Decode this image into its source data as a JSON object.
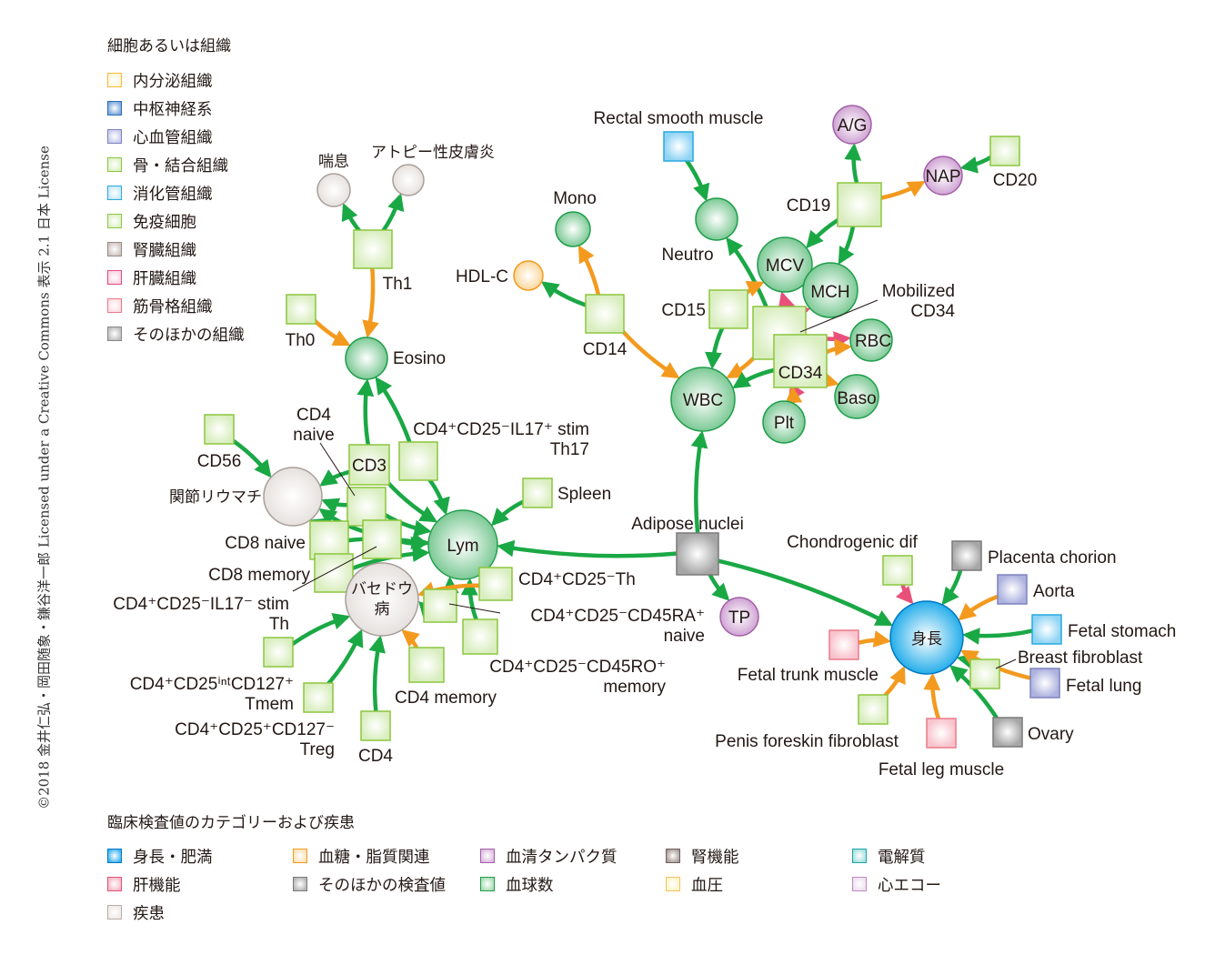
{
  "copyright": "©2018 金井仁弘・岡田随象・鎌谷洋一郎 Licensed under a Creative Commons 表示 2.1 日本 License",
  "tissue_legend": {
    "title": "細胞あるいは組織",
    "items": [
      {
        "label": "内分泌組織",
        "color": "#f5b83a",
        "fill": "#fff6d8"
      },
      {
        "label": "中枢神経系",
        "color": "#2a6eb5",
        "fill": "#7aa8dc"
      },
      {
        "label": "心血管組織",
        "color": "#7c83bf",
        "fill": "#c6c9ea"
      },
      {
        "label": "骨・結合組織",
        "color": "#8cc63f",
        "fill": "#def0c8"
      },
      {
        "label": "消化管組織",
        "color": "#29a9e0",
        "fill": "#c6e9fa"
      },
      {
        "label": "免疫細胞",
        "color": "#8cc63f",
        "fill": "#def0c8"
      },
      {
        "label": "腎臓組織",
        "color": "#9a8a84",
        "fill": "#cfc5c1"
      },
      {
        "label": "肝臓組織",
        "color": "#e24a85",
        "fill": "#f9d3e1"
      },
      {
        "label": "筋骨格組織",
        "color": "#ea7b8a",
        "fill": "#fbdde2"
      },
      {
        "label": "そのほかの組織",
        "color": "#888888",
        "fill": "#bdbdbd"
      }
    ]
  },
  "category_legend": {
    "title": "臨床検査値のカテゴリーおよび疾患",
    "items": [
      {
        "label": "身長・肥満",
        "color": "#0078c2",
        "fill": "#3fb3ee"
      },
      {
        "label": "肝機能",
        "color": "#e2527a",
        "fill": "#f7b9c7"
      },
      {
        "label": "疾患",
        "color": "#b9aea9",
        "fill": "#eeeae8"
      },
      {
        "label": "血糖・脂質関連",
        "color": "#f39a1e",
        "fill": "#fde2b5"
      },
      {
        "label": "そのほかの検査値",
        "color": "#7a7a7a",
        "fill": "#b5b5b5"
      },
      {
        "label": "血清タンパク質",
        "color": "#a35fa8",
        "fill": "#dcbadf"
      },
      {
        "label": "血球数",
        "color": "#1e9e4a",
        "fill": "#a9dcb6"
      },
      {
        "label": "腎機能",
        "color": "#6d5f5a",
        "fill": "#aa9e99"
      },
      {
        "label": "血圧",
        "color": "#f5c35a",
        "fill": "#fff3cc"
      },
      {
        "label": "電解質",
        "color": "#1aa6a6",
        "fill": "#a8e0dd"
      },
      {
        "label": "心エコー",
        "color": "#c089c4",
        "fill": "#ece0ef"
      }
    ]
  },
  "edge_colors": {
    "green": "#1aa845",
    "orange": "#f39a1e",
    "pink": "#e8507a"
  },
  "nodes": [
    {
      "id": "asthma",
      "label": "喘息",
      "shape": "circle",
      "cat": "disease",
      "label_pos": "top"
    },
    {
      "id": "atopic",
      "label": "アトピー性皮膚炎",
      "shape": "circle",
      "cat": "disease",
      "label_pos": "top"
    },
    {
      "id": "th1",
      "label": "Th1",
      "shape": "square",
      "cat": "immune"
    },
    {
      "id": "th0",
      "label": "Th0",
      "shape": "square",
      "cat": "immune"
    },
    {
      "id": "eosino",
      "label": "Eosino",
      "shape": "circle",
      "cat": "blood"
    },
    {
      "id": "cd56",
      "label": "CD56",
      "shape": "square",
      "cat": "immune"
    },
    {
      "id": "ra",
      "label": "関節リウマチ",
      "shape": "circle",
      "cat": "disease"
    },
    {
      "id": "cd3",
      "label": "CD3",
      "shape": "square",
      "cat": "immune"
    },
    {
      "id": "th17",
      "label": "CD4⁺CD25⁻IL17⁺ stim Th17",
      "shape": "square",
      "cat": "immune"
    },
    {
      "id": "cd4naive",
      "label": "CD4 naive",
      "shape": "square",
      "cat": "immune"
    },
    {
      "id": "cd8naive",
      "label": "CD8 naive",
      "shape": "square",
      "cat": "immune"
    },
    {
      "id": "stimth",
      "label": "CD4⁺CD25⁻IL17⁻ stim Th",
      "shape": "square",
      "cat": "immune"
    },
    {
      "id": "cd8mem",
      "label": "CD8 memory",
      "shape": "square",
      "cat": "immune"
    },
    {
      "id": "graves",
      "label": "バセドウ病",
      "shape": "circle",
      "cat": "disease"
    },
    {
      "id": "lym",
      "label": "Lym",
      "shape": "circle",
      "cat": "blood"
    },
    {
      "id": "spleen",
      "label": "Spleen",
      "shape": "square",
      "cat": "immune"
    },
    {
      "id": "cd4cd25th",
      "label": "CD4⁺CD25⁻Th",
      "shape": "square",
      "cat": "immune"
    },
    {
      "id": "cd45ra",
      "label": "CD4⁺CD25⁻CD45RA⁺ naive",
      "shape": "square",
      "cat": "immune"
    },
    {
      "id": "cd45ro",
      "label": "CD4⁺CD25⁻CD45RO⁺ memory",
      "shape": "square",
      "cat": "immune"
    },
    {
      "id": "cd4mem",
      "label": "CD4 memory",
      "shape": "square",
      "cat": "immune"
    },
    {
      "id": "tmem",
      "label": "CD4⁺CD25ⁱⁿᵗCD127⁺ Tmem",
      "shape": "square",
      "cat": "immune"
    },
    {
      "id": "treg",
      "label": "CD4⁺CD25⁺CD127⁻ Treg",
      "shape": "square",
      "cat": "immune"
    },
    {
      "id": "cd4",
      "label": "CD4",
      "shape": "square",
      "cat": "immune"
    },
    {
      "id": "hdlc",
      "label": "HDL-C",
      "shape": "circle",
      "cat": "lipid"
    },
    {
      "id": "mono",
      "label": "Mono",
      "shape": "circle",
      "cat": "blood"
    },
    {
      "id": "cd14",
      "label": "CD14",
      "shape": "square",
      "cat": "immune"
    },
    {
      "id": "rectal",
      "label": "Rectal smooth muscle",
      "shape": "square",
      "cat": "digestive"
    },
    {
      "id": "neutro",
      "label": "Neutro",
      "shape": "circle",
      "cat": "blood"
    },
    {
      "id": "ag",
      "label": "A/G",
      "shape": "circle",
      "cat": "protein"
    },
    {
      "id": "nap",
      "label": "NAP",
      "shape": "circle",
      "cat": "protein"
    },
    {
      "id": "cd20",
      "label": "CD20",
      "shape": "square",
      "cat": "immune"
    },
    {
      "id": "cd19",
      "label": "CD19",
      "shape": "square",
      "cat": "immune"
    },
    {
      "id": "mcv",
      "label": "MCV",
      "shape": "circle",
      "cat": "blood"
    },
    {
      "id": "mch",
      "label": "MCH",
      "shape": "circle",
      "cat": "blood"
    },
    {
      "id": "cd15",
      "label": "CD15",
      "shape": "square",
      "cat": "immune"
    },
    {
      "id": "mobcd34",
      "label": "Mobilized CD34",
      "shape": "square",
      "cat": "immune"
    },
    {
      "id": "cd34",
      "label": "CD34",
      "shape": "square",
      "cat": "immune"
    },
    {
      "id": "rbc",
      "label": "RBC",
      "shape": "circle",
      "cat": "blood"
    },
    {
      "id": "baso",
      "label": "Baso",
      "shape": "circle",
      "cat": "blood"
    },
    {
      "id": "plt",
      "label": "Plt",
      "shape": "circle",
      "cat": "blood"
    },
    {
      "id": "wbc",
      "label": "WBC",
      "shape": "circle",
      "cat": "blood"
    },
    {
      "id": "adipose",
      "label": "Adipose nuclei",
      "shape": "square",
      "cat": "other"
    },
    {
      "id": "tp",
      "label": "TP",
      "shape": "circle",
      "cat": "protein"
    },
    {
      "id": "height",
      "label": "身長",
      "shape": "circle",
      "cat": "height"
    },
    {
      "id": "chondro",
      "label": "Chondrogenic dif",
      "shape": "square",
      "cat": "immune"
    },
    {
      "id": "placenta",
      "label": "Placenta chorion",
      "shape": "square",
      "cat": "other"
    },
    {
      "id": "aorta",
      "label": "Aorta",
      "shape": "square",
      "cat": "cardio"
    },
    {
      "id": "fstomach",
      "label": "Fetal stomach",
      "shape": "square",
      "cat": "digestive"
    },
    {
      "id": "breast",
      "label": "Breast fibroblast",
      "shape": "square",
      "cat": "immune"
    },
    {
      "id": "flung",
      "label": "Fetal lung",
      "shape": "square",
      "cat": "cardio"
    },
    {
      "id": "ovary",
      "label": "Ovary",
      "shape": "square",
      "cat": "other"
    },
    {
      "id": "fleg",
      "label": "Fetal leg muscle",
      "shape": "square",
      "cat": "muscle"
    },
    {
      "id": "penis",
      "label": "Penis foreskin fibroblast",
      "shape": "square",
      "cat": "immune"
    },
    {
      "id": "ftrunk",
      "label": "Fetal trunk muscle",
      "shape": "square",
      "cat": "muscle"
    }
  ],
  "edges": [
    {
      "from": "th1",
      "to": "asthma",
      "color": "green"
    },
    {
      "from": "th1",
      "to": "atopic",
      "color": "green"
    },
    {
      "from": "th1",
      "to": "eosino",
      "color": "orange"
    },
    {
      "from": "th0",
      "to": "eosino",
      "color": "orange"
    },
    {
      "from": "cd3",
      "to": "eosino",
      "color": "green"
    },
    {
      "from": "th17",
      "to": "eosino",
      "color": "green"
    },
    {
      "from": "cd56",
      "to": "ra",
      "color": "green"
    },
    {
      "from": "cd3",
      "to": "ra",
      "color": "green"
    },
    {
      "from": "cd4naive",
      "to": "ra",
      "color": "green"
    },
    {
      "from": "cd8naive",
      "to": "ra",
      "color": "green"
    },
    {
      "from": "stimth",
      "to": "ra",
      "color": "green"
    },
    {
      "from": "cd3",
      "to": "lym",
      "color": "green"
    },
    {
      "from": "th17",
      "to": "lym",
      "color": "green"
    },
    {
      "from": "cd4naive",
      "to": "lym",
      "color": "green"
    },
    {
      "from": "cd8naive",
      "to": "lym",
      "color": "green"
    },
    {
      "from": "stimth",
      "to": "lym",
      "color": "green"
    },
    {
      "from": "cd8mem",
      "to": "lym",
      "color": "green"
    },
    {
      "from": "spleen",
      "to": "lym",
      "color": "green"
    },
    {
      "from": "adipose",
      "to": "lym",
      "color": "green"
    },
    {
      "from": "cd45ra",
      "to": "lym",
      "color": "green"
    },
    {
      "from": "cd45ro",
      "to": "lym",
      "color": "green"
    },
    {
      "from": "cd4cd25th",
      "to": "graves",
      "color": "orange"
    },
    {
      "from": "cd45ra",
      "to": "graves",
      "color": "green"
    },
    {
      "from": "cd4mem",
      "to": "graves",
      "color": "orange"
    },
    {
      "from": "tmem",
      "to": "graves",
      "color": "green"
    },
    {
      "from": "treg",
      "to": "graves",
      "color": "green"
    },
    {
      "from": "cd4",
      "to": "graves",
      "color": "green"
    },
    {
      "from": "cd14",
      "to": "mono",
      "color": "orange"
    },
    {
      "from": "cd14",
      "to": "hdlc",
      "color": "green"
    },
    {
      "from": "cd14",
      "to": "wbc",
      "color": "orange"
    },
    {
      "from": "rectal",
      "to": "neutro",
      "color": "green"
    },
    {
      "from": "mobcd34",
      "to": "neutro",
      "color": "green"
    },
    {
      "from": "cd19",
      "to": "ag",
      "color": "green"
    },
    {
      "from": "cd19",
      "to": "nap",
      "color": "orange"
    },
    {
      "from": "cd20",
      "to": "nap",
      "color": "green"
    },
    {
      "from": "cd19",
      "to": "mcv",
      "color": "green"
    },
    {
      "from": "cd19",
      "to": "mch",
      "color": "green"
    },
    {
      "from": "cd15",
      "to": "wbc",
      "color": "green"
    },
    {
      "from": "cd15",
      "to": "mcv",
      "color": "orange"
    },
    {
      "from": "mobcd34",
      "to": "mcv",
      "color": "pink"
    },
    {
      "from": "mobcd34",
      "to": "mch",
      "color": "pink"
    },
    {
      "from": "mobcd34",
      "to": "rbc",
      "color": "pink"
    },
    {
      "from": "mobcd34",
      "to": "wbc",
      "color": "orange"
    },
    {
      "from": "cd34",
      "to": "wbc",
      "color": "green"
    },
    {
      "from": "cd34",
      "to": "rbc",
      "color": "orange"
    },
    {
      "from": "cd34",
      "to": "baso",
      "color": "orange"
    },
    {
      "from": "cd34",
      "to": "plt",
      "color": "pink"
    },
    {
      "from": "plt",
      "to": "cd34",
      "color": "orange"
    },
    {
      "from": "adipose",
      "to": "wbc",
      "color": "green"
    },
    {
      "from": "adipose",
      "to": "tp",
      "color": "green"
    },
    {
      "from": "adipose",
      "to": "height",
      "color": "green"
    },
    {
      "from": "chondro",
      "to": "height",
      "color": "pink"
    },
    {
      "from": "placenta",
      "to": "height",
      "color": "green"
    },
    {
      "from": "aorta",
      "to": "height",
      "color": "orange"
    },
    {
      "from": "fstomach",
      "to": "height",
      "color": "green"
    },
    {
      "from": "breast",
      "to": "height",
      "color": "green"
    },
    {
      "from": "flung",
      "to": "height",
      "color": "orange"
    },
    {
      "from": "ovary",
      "to": "height",
      "color": "green"
    },
    {
      "from": "fleg",
      "to": "height",
      "color": "orange"
    },
    {
      "from": "penis",
      "to": "height",
      "color": "orange"
    },
    {
      "from": "ftrunk",
      "to": "height",
      "color": "orange"
    }
  ]
}
